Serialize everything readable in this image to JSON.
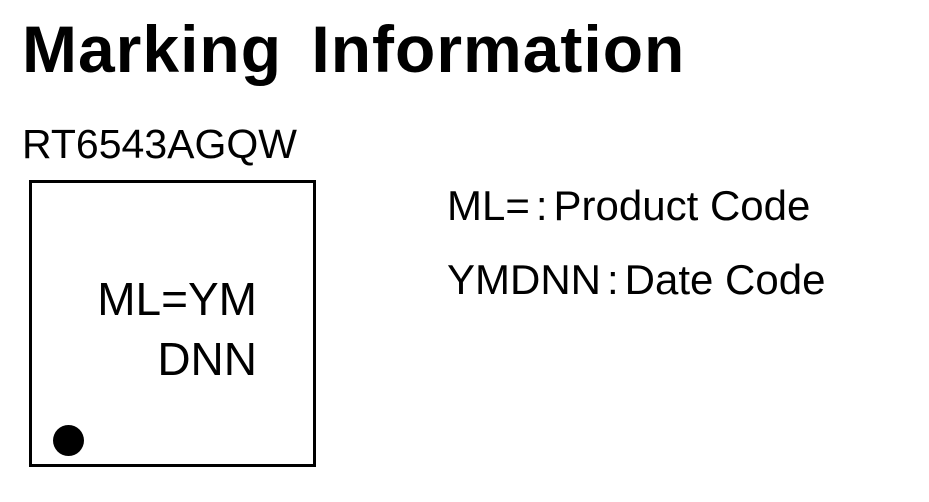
{
  "title": "Marking Information",
  "part_number": "RT6543AGQW",
  "chip": {
    "line1": "ML=YM",
    "line2": "DNN",
    "pin1_marker": "filled-circle"
  },
  "legend": [
    {
      "code": "ML=",
      "separator": ":",
      "meaning": "Product Code"
    },
    {
      "code": "YMDNN",
      "separator": ":",
      "meaning": "Date Code"
    }
  ],
  "colors": {
    "text": "#000000",
    "background": "#ffffff"
  }
}
